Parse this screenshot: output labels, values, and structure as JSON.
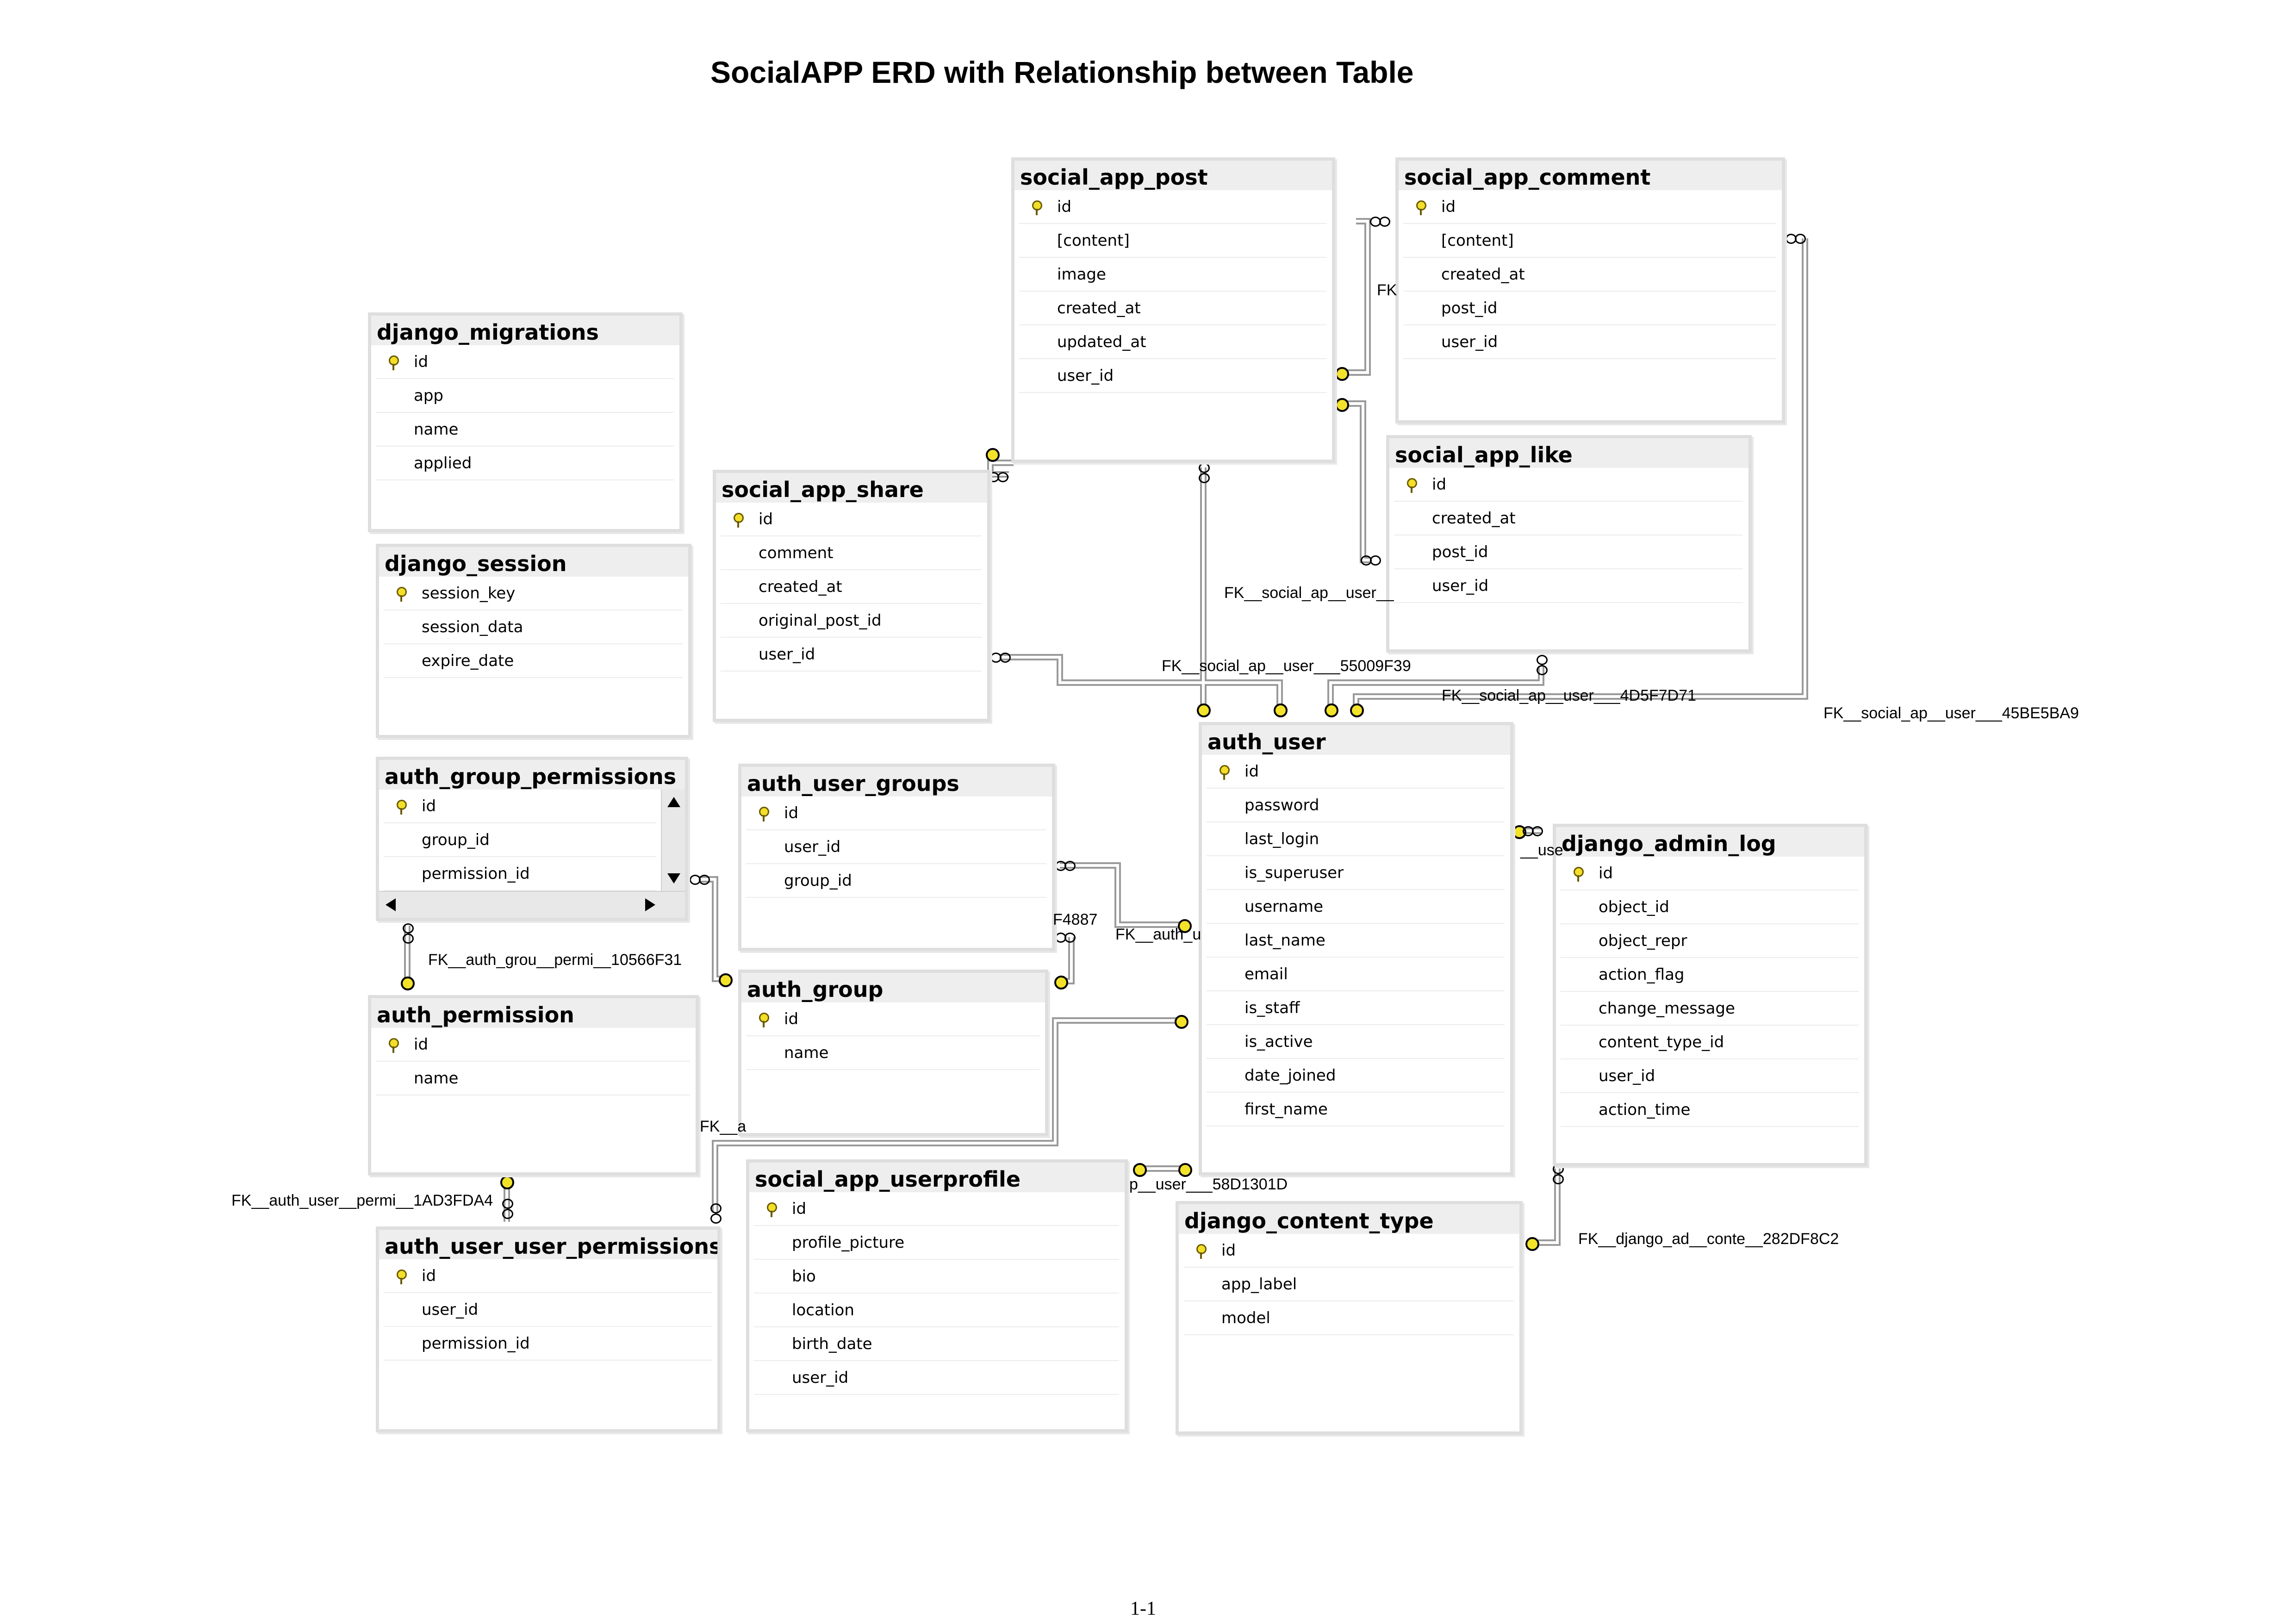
{
  "title": "SocialAPP ERD with Relationship between Table",
  "page_number": "1-1",
  "tables": {
    "social_app_post": {
      "name": "social_app_post",
      "columns": [
        "id",
        "[content]",
        "image",
        "created_at",
        "updated_at",
        "user_id"
      ]
    },
    "social_app_comment": {
      "name": "social_app_comment",
      "columns": [
        "id",
        "[content]",
        "created_at",
        "post_id",
        "user_id"
      ]
    },
    "django_migrations": {
      "name": "django_migrations",
      "columns": [
        "id",
        "app",
        "name",
        "applied"
      ]
    },
    "social_app_share": {
      "name": "social_app_share",
      "columns": [
        "id",
        "comment",
        "created_at",
        "original_post_id",
        "user_id"
      ]
    },
    "social_app_like": {
      "name": "social_app_like",
      "columns": [
        "id",
        "created_at",
        "post_id",
        "user_id"
      ]
    },
    "django_session": {
      "name": "django_session",
      "columns": [
        "session_key",
        "session_data",
        "expire_date"
      ]
    },
    "auth_group_permissions": {
      "name": "auth_group_permissions",
      "columns": [
        "id",
        "group_id",
        "permission_id"
      ]
    },
    "auth_user_groups": {
      "name": "auth_user_groups",
      "columns": [
        "id",
        "user_id",
        "group_id"
      ]
    },
    "auth_user": {
      "name": "auth_user",
      "columns": [
        "id",
        "password",
        "last_login",
        "is_superuser",
        "username",
        "last_name",
        "email",
        "is_staff",
        "is_active",
        "date_joined",
        "first_name"
      ]
    },
    "django_admin_log": {
      "name": "django_admin_log",
      "columns": [
        "id",
        "object_id",
        "object_repr",
        "action_flag",
        "change_message",
        "content_type_id",
        "user_id",
        "action_time"
      ]
    },
    "auth_group": {
      "name": "auth_group",
      "columns": [
        "id",
        "name"
      ]
    },
    "auth_permission": {
      "name": "auth_permission",
      "columns": [
        "id",
        "name"
      ]
    },
    "social_app_userprofile": {
      "name": "social_app_userprofile",
      "columns": [
        "id",
        "profile_picture",
        "bio",
        "location",
        "birth_date",
        "user_id"
      ]
    },
    "auth_user_user_permissions": {
      "name": "auth_user_user_permissions",
      "columns": [
        "id",
        "user_id",
        "permission_id"
      ]
    },
    "django_content_type": {
      "name": "django_content_type",
      "columns": [
        "id",
        "app_label",
        "model"
      ]
    }
  },
  "relationship_labels": {
    "fk_comment_post": "FK",
    "fk_like_user": "FK__social_ap__user__",
    "fk_share_user": "FK__social_ap__user___55009F39",
    "fk_like_user_2": "FK__social_ap__user___4D5F7D71",
    "fk_comment_user": "FK__social_ap__user___45BE5BA9",
    "fk_admin_log_user": "__use",
    "fk_user_groups_group": "F4887",
    "fk_user_groups_user": "FK__auth_u",
    "fk_group_perm_perm": "FK__auth_grou__permi__10566F31",
    "fk_user_perm_user": "FK__a",
    "fk_user_perm_perm": "FK__auth_user__permi__1AD3FDA4",
    "fk_userprofile_user": "p__user___58D1301D",
    "fk_admin_log_content_type": "FK__django_ad__conte__282DF8C2"
  }
}
